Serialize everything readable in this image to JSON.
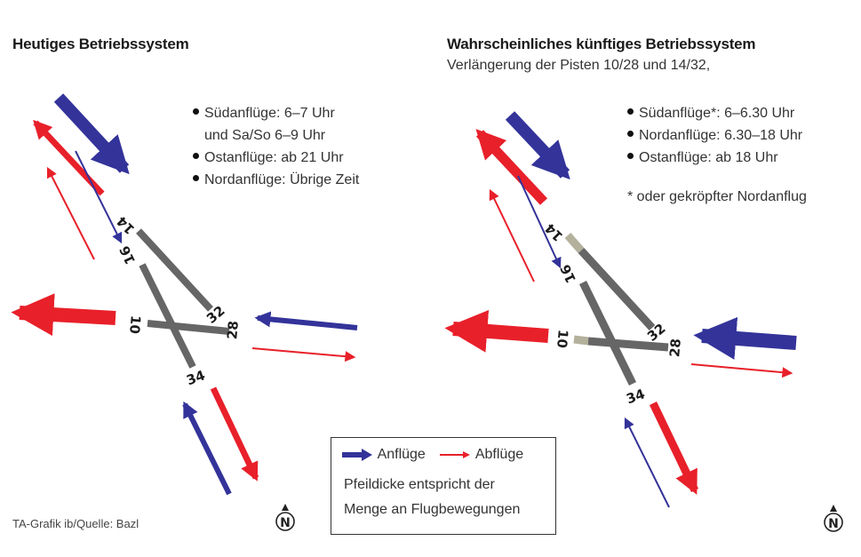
{
  "left_panel": {
    "title": "Heutiges Betriebssystem",
    "bullets": [
      {
        "line1": "Südanflüge: 6–7 Uhr",
        "line2": "und Sa/So 6–9 Uhr"
      },
      {
        "line1": "Ostanflüge: ab 21 Uhr"
      },
      {
        "line1": "Nordanflüge: Übrige Zeit"
      }
    ],
    "runway_labels": [
      "14",
      "16",
      "10",
      "32",
      "28",
      "34"
    ]
  },
  "right_panel": {
    "title": "Wahrscheinliches künftiges Betriebssystem",
    "subtitle": "Verlängerung der Pisten 10/28 und 14/32,",
    "bullets": [
      {
        "line1": "Südanflüge*: 6–6.30 Uhr"
      },
      {
        "line1": "Nordanflüge: 6.30–18 Uhr"
      },
      {
        "line1": "Ostanflüge: ab 18 Uhr"
      }
    ],
    "footnote": "* oder gekröpfter Nordanflug",
    "runway_labels": [
      "14",
      "16",
      "10",
      "32",
      "28",
      "34"
    ]
  },
  "legend": {
    "approach_label": "Anflüge",
    "departure_label": "Abflüge",
    "line1": "Pfeildicke entspricht der",
    "line2": "Menge an Flugbewegungen"
  },
  "source": "TA-Grafik ib/Quelle: Bazl",
  "north_label": "N",
  "colors": {
    "approach": "#33339a",
    "departure": "#e8202a",
    "runway": "#666666",
    "runway_extension": "#b3b09c"
  }
}
